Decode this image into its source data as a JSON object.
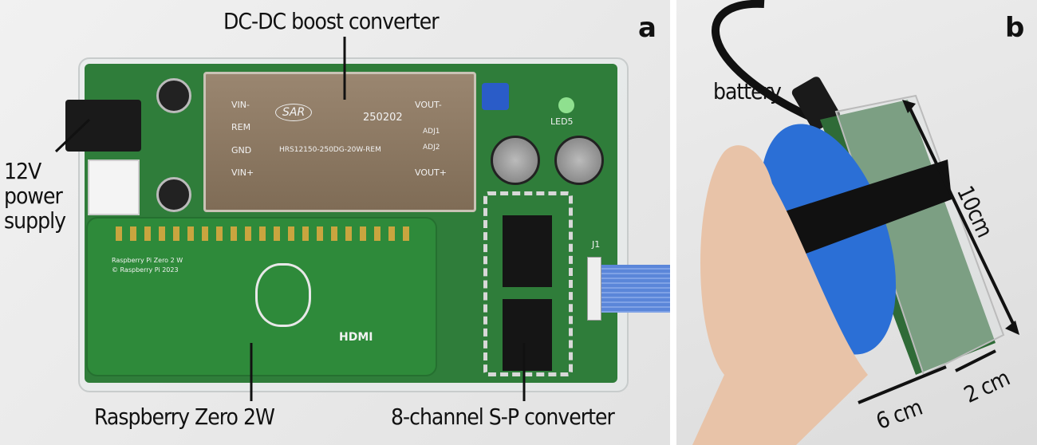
{
  "panel_a": {
    "panel_label": "a",
    "labels": {
      "boost": "DC-DC boost converter",
      "power": "12V power supply",
      "pi": "Raspberry Zero 2W",
      "sp": "8-channel S-P converter"
    },
    "pcb_text": {
      "module_brand": "SAR",
      "module_code": "250202",
      "module_model": "HRS12150-250DG-20W-REM",
      "vin_minus": "VIN-",
      "rem": "REM",
      "gnd": "GND",
      "vin_plus": "VIN+",
      "vout_minus": "VOUT-",
      "vout_plus": "VOUT+",
      "adj1": "ADJ1",
      "adj2": "ADJ2",
      "pi_name": "Raspberry Pi Zero 2 W",
      "pi_copyright": "© Raspberry Pi 2023",
      "hdmi": "HDMI",
      "led": "LED5",
      "j1": "J1"
    },
    "colors": {
      "pcb": "#2f7d3a",
      "module": "#8d7a63",
      "gray_box": "#d8d8d8"
    }
  },
  "panel_b": {
    "panel_label": "b",
    "labels": {
      "battery": "battery",
      "length": "10cm",
      "width": "6 cm",
      "depth": "2 cm"
    },
    "colors": {
      "battery": "#2b6fd6",
      "skin": "#e8c3a8"
    }
  }
}
